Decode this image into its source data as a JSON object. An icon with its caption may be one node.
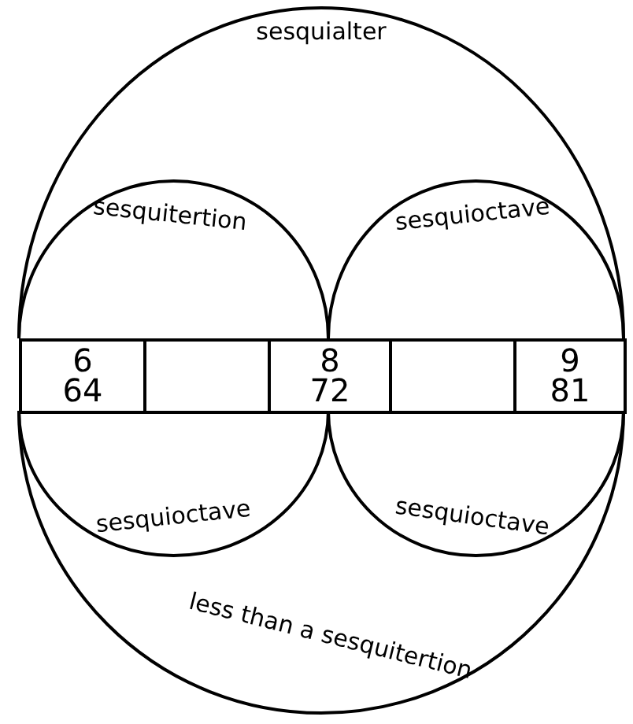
{
  "diagram": {
    "nodes": [
      {
        "text": [
          "6",
          "64"
        ]
      },
      {
        "text": [],
        "shape": "box"
      },
      {
        "text": [
          "8",
          "72"
        ]
      },
      {
        "text": [],
        "shape": "box"
      },
      {
        "text": [
          "9",
          "81"
        ]
      }
    ],
    "edges": [
      {
        "from": 0,
        "to": 4,
        "arrow": "none",
        "label": "sesquialter"
      },
      {
        "from": 0,
        "to": 2,
        "arrow": "none",
        "label": "sesquitertion"
      },
      {
        "from": 2,
        "to": 4,
        "arrow": "none",
        "label": "sesquioctave"
      },
      {
        "from": 0,
        "to": 2,
        "arrow": "none",
        "label": "sesquioctave"
      },
      {
        "from": 2,
        "to": 4,
        "arrow": "none",
        "label": "sesquioctave"
      },
      {
        "from": 0,
        "to": 4,
        "arrow": "none",
        "label": "less than a sesquitertion"
      }
    ]
  }
}
